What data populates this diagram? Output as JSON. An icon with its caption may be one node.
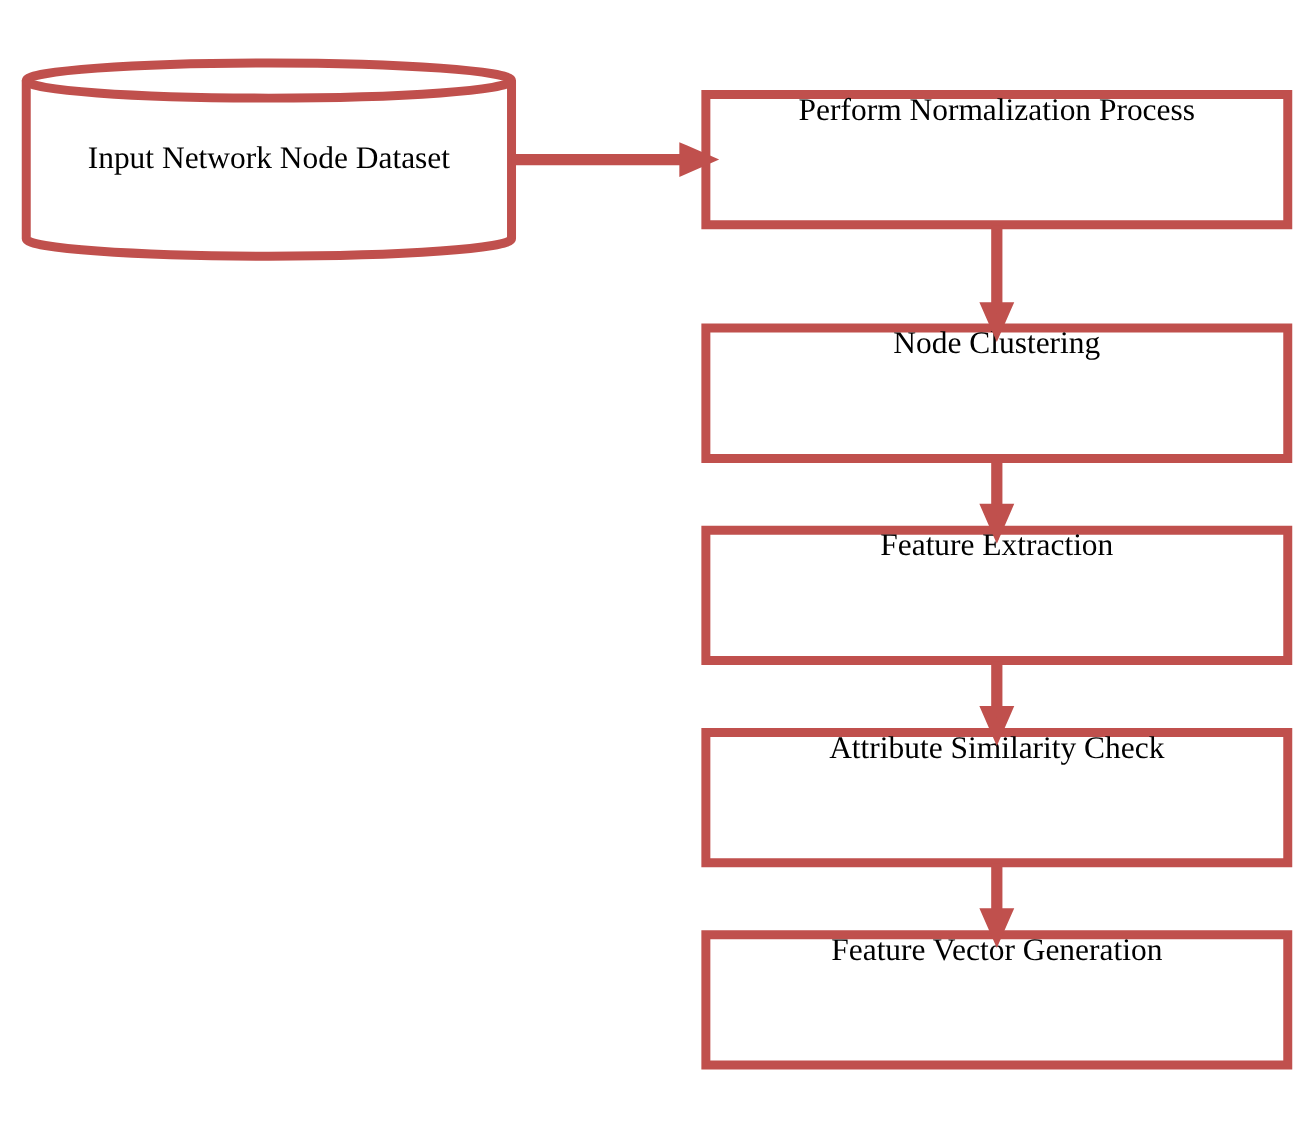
{
  "diagram": {
    "nodes": [
      {
        "text": [
          "Input Network Node Dataset"
        ]
      },
      {
        "text": [
          "Perform Normalization Process"
        ]
      },
      {
        "text": [
          "Node Clustering"
        ]
      },
      {
        "text": [
          "Feature Extraction"
        ]
      },
      {
        "text": [
          "Attribute Similarity Check"
        ]
      },
      {
        "text": [
          "Feature Vector Generation"
        ]
      }
    ],
    "edges": [
      {
        "from": 0,
        "to": 1,
        "arrow": "to"
      },
      {
        "from": 1,
        "to": 2,
        "arrow": "to"
      },
      {
        "from": 2,
        "to": 3,
        "arrow": "to"
      },
      {
        "from": 3,
        "to": 4,
        "arrow": "to"
      },
      {
        "from": 4,
        "to": 5,
        "arrow": "to"
      }
    ]
  }
}
